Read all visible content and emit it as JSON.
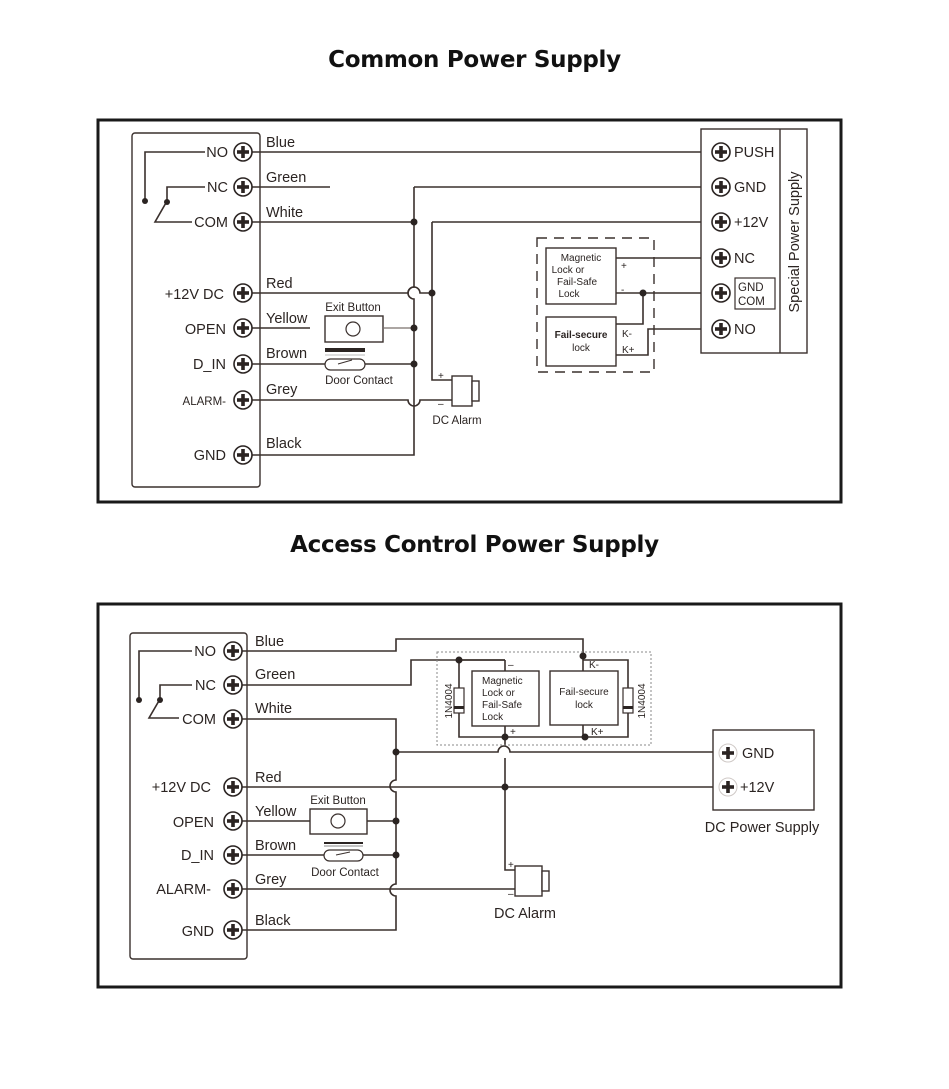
{
  "titles": {
    "common": "Common Power Supply",
    "access": "Access Control Power Supply"
  },
  "diagram1": {
    "controller_terminals": [
      "NO",
      "NC",
      "COM",
      "+12V DC",
      "OPEN",
      "D_IN",
      "ALARM-",
      "GND"
    ],
    "wire_colors": [
      "Blue",
      "Green",
      "White",
      "Red",
      "Yellow",
      "Brown",
      "Grey",
      "Black"
    ],
    "exit_button": "Exit Button",
    "door_contact": "Door Contact",
    "dc_alarm": "DC Alarm",
    "alarm_plus": "+",
    "alarm_minus": "–",
    "psu_terminals": [
      "PUSH",
      "GND",
      "+12V",
      "NC",
      "GND",
      "COM",
      "NO"
    ],
    "psu_name": "Special Power Supply",
    "lock1": [
      "Magnetic",
      "Lock or",
      "Fail-Safe",
      "Lock"
    ],
    "lock1_plus": "+",
    "lock1_minus": "-",
    "lock2": [
      "Fail-secure",
      "lock"
    ],
    "lock2_kminus": "K-",
    "lock2_kplus": "K+"
  },
  "diagram2": {
    "controller_terminals": [
      "NO",
      "NC",
      "COM",
      "+12V DC",
      "OPEN",
      "D_IN",
      "ALARM-",
      "GND"
    ],
    "wire_colors": [
      "Blue",
      "Green",
      "White",
      "Red",
      "Yellow",
      "Brown",
      "Grey",
      "Black"
    ],
    "exit_button": "Exit Button",
    "door_contact": "Door Contact",
    "dc_alarm": "DC  Alarm",
    "alarm_plus": "+",
    "alarm_minus": "–",
    "lock1": [
      "Magnetic",
      "Lock or",
      "Fail-Safe",
      "Lock"
    ],
    "lock1_minus": "–",
    "lock1_plus": "+",
    "lock2": [
      "Fail-secure",
      "lock"
    ],
    "lock2_kminus": "K-",
    "lock2_kplus": "K+",
    "diode": "1N4004",
    "psu_terminals": [
      "GND",
      "+12V"
    ],
    "psu_name": "DC Power Supply"
  }
}
